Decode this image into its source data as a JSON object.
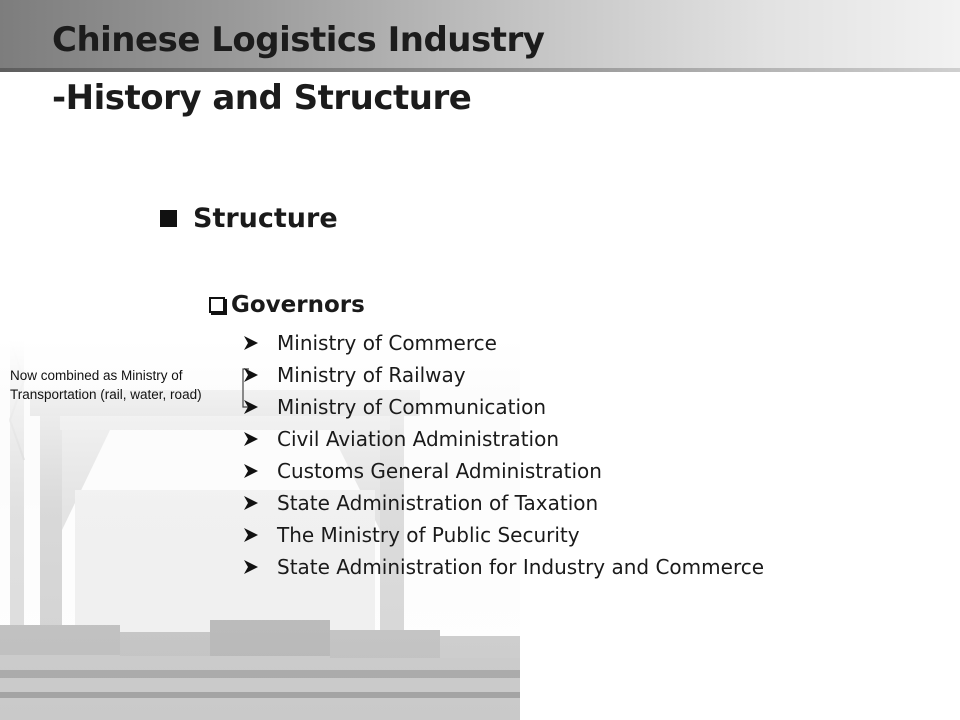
{
  "slide": {
    "title_line1": "Chinese Logistics Industry",
    "title_line2": "-History and Structure",
    "section": "Structure",
    "subsection": "Governors",
    "governors": [
      "Ministry of Commerce",
      "Ministry of Railway",
      "Ministry of Communication",
      "Civil Aviation Administration",
      "Customs General Administration",
      "State Administration of Taxation",
      "The Ministry of Public Security",
      "State Administration for Industry and Commerce"
    ],
    "note": "Now  combined as Ministry of\nTransportation (rail, water, road)"
  },
  "icons": {
    "level1_bullet": "square-bullet-icon",
    "level2_bullet": "box-bullet-icon",
    "level3_bullet": "arrow-bullet-icon"
  },
  "colors": {
    "text": "#1a1a1a",
    "header_dark": "#7d7d7d",
    "header_light": "#f2f2f2"
  }
}
